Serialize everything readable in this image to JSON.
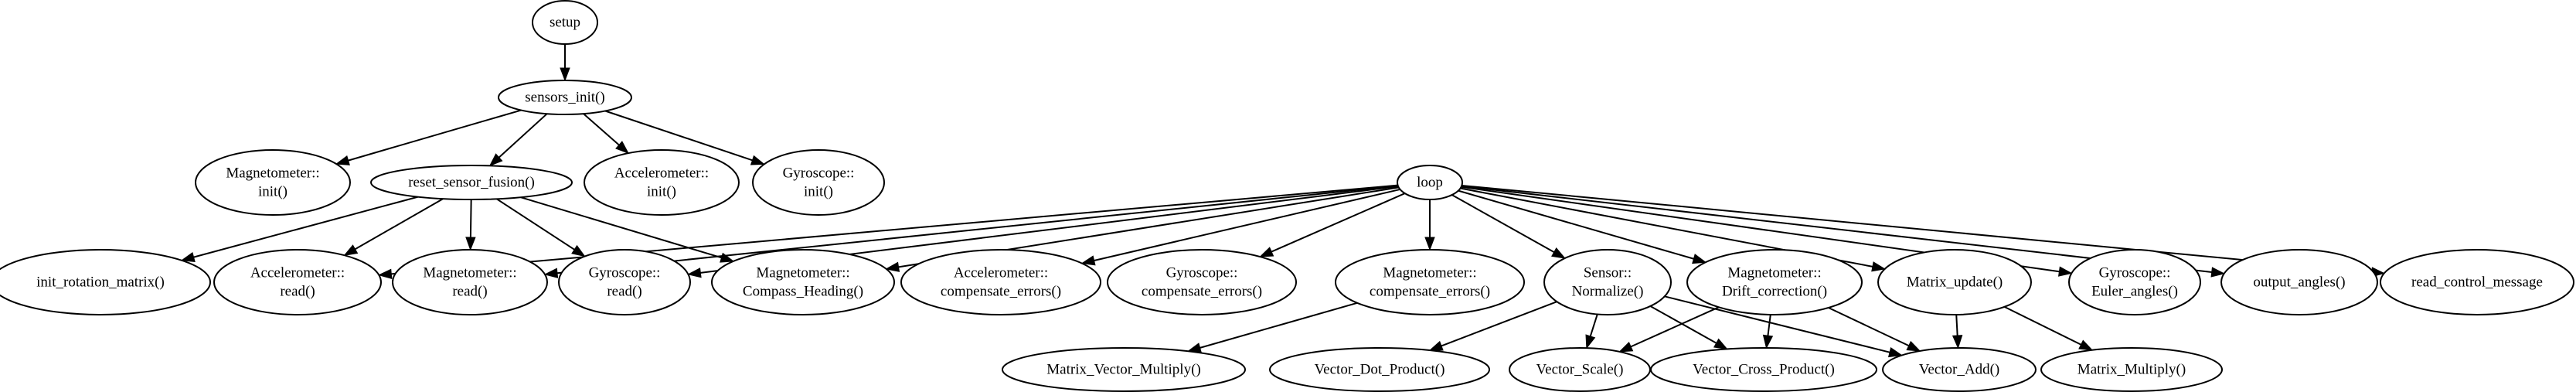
{
  "nodes": [
    {
      "id": "setup",
      "lines": [
        "setup"
      ]
    },
    {
      "id": "sensors_init",
      "lines": [
        "sensors_init()"
      ]
    },
    {
      "id": "mag_init",
      "lines": [
        "Magnetometer::",
        "init()"
      ]
    },
    {
      "id": "reset_sensor_fusion",
      "lines": [
        "reset_sensor_fusion()"
      ]
    },
    {
      "id": "acc_init",
      "lines": [
        "Accelerometer::",
        "init()"
      ]
    },
    {
      "id": "gyro_init",
      "lines": [
        "Gyroscope::",
        "init()"
      ]
    },
    {
      "id": "loop",
      "lines": [
        "loop"
      ]
    },
    {
      "id": "init_rotation_matrix",
      "lines": [
        "init_rotation_matrix()"
      ]
    },
    {
      "id": "acc_read",
      "lines": [
        "Accelerometer::",
        "read()"
      ]
    },
    {
      "id": "mag_read",
      "lines": [
        "Magnetometer::",
        "read()"
      ]
    },
    {
      "id": "gyro_read",
      "lines": [
        "Gyroscope::",
        "read()"
      ]
    },
    {
      "id": "mag_compass",
      "lines": [
        "Magnetometer::",
        "Compass_Heading()"
      ]
    },
    {
      "id": "acc_comp",
      "lines": [
        "Accelerometer::",
        "compensate_errors()"
      ]
    },
    {
      "id": "gyro_comp",
      "lines": [
        "Gyroscope::",
        "compensate_errors()"
      ]
    },
    {
      "id": "mag_comp",
      "lines": [
        "Magnetometer::",
        "compensate_errors()"
      ]
    },
    {
      "id": "sensor_normalize",
      "lines": [
        "Sensor::",
        "Normalize()"
      ]
    },
    {
      "id": "mag_drift",
      "lines": [
        "Magnetometer::",
        "Drift_correction()"
      ]
    },
    {
      "id": "matrix_update",
      "lines": [
        "Matrix_update()"
      ]
    },
    {
      "id": "gyro_euler",
      "lines": [
        "Gyroscope::",
        "Euler_angles()"
      ]
    },
    {
      "id": "output_angles",
      "lines": [
        "output_angles()"
      ]
    },
    {
      "id": "read_control_message",
      "lines": [
        "read_control_message"
      ]
    },
    {
      "id": "matrix_vector_multiply",
      "lines": [
        "Matrix_Vector_Multiply()"
      ]
    },
    {
      "id": "vector_dot_product",
      "lines": [
        "Vector_Dot_Product()"
      ]
    },
    {
      "id": "vector_scale",
      "lines": [
        "Vector_Scale()"
      ]
    },
    {
      "id": "vector_cross_product",
      "lines": [
        "Vector_Cross_Product()"
      ]
    },
    {
      "id": "vector_add",
      "lines": [
        "Vector_Add()"
      ]
    },
    {
      "id": "matrix_multiply",
      "lines": [
        "Matrix_Multiply()"
      ]
    }
  ],
  "edges": [
    [
      "setup",
      "sensors_init"
    ],
    [
      "sensors_init",
      "mag_init"
    ],
    [
      "sensors_init",
      "reset_sensor_fusion"
    ],
    [
      "sensors_init",
      "acc_init"
    ],
    [
      "sensors_init",
      "gyro_init"
    ],
    [
      "reset_sensor_fusion",
      "init_rotation_matrix"
    ],
    [
      "reset_sensor_fusion",
      "acc_read"
    ],
    [
      "reset_sensor_fusion",
      "mag_read"
    ],
    [
      "reset_sensor_fusion",
      "gyro_read"
    ],
    [
      "reset_sensor_fusion",
      "mag_compass"
    ],
    [
      "loop",
      "acc_read"
    ],
    [
      "loop",
      "mag_read"
    ],
    [
      "loop",
      "gyro_read"
    ],
    [
      "loop",
      "mag_compass"
    ],
    [
      "loop",
      "acc_comp"
    ],
    [
      "loop",
      "gyro_comp"
    ],
    [
      "loop",
      "mag_comp"
    ],
    [
      "loop",
      "sensor_normalize"
    ],
    [
      "loop",
      "mag_drift"
    ],
    [
      "loop",
      "matrix_update"
    ],
    [
      "loop",
      "gyro_euler"
    ],
    [
      "loop",
      "output_angles"
    ],
    [
      "loop",
      "read_control_message"
    ],
    [
      "mag_comp",
      "matrix_vector_multiply"
    ],
    [
      "sensor_normalize",
      "vector_dot_product"
    ],
    [
      "sensor_normalize",
      "vector_scale"
    ],
    [
      "sensor_normalize",
      "vector_cross_product"
    ],
    [
      "sensor_normalize",
      "vector_add"
    ],
    [
      "mag_drift",
      "vector_scale"
    ],
    [
      "mag_drift",
      "vector_cross_product"
    ],
    [
      "mag_drift",
      "vector_add"
    ],
    [
      "matrix_update",
      "vector_add"
    ],
    [
      "matrix_update",
      "matrix_multiply"
    ]
  ]
}
